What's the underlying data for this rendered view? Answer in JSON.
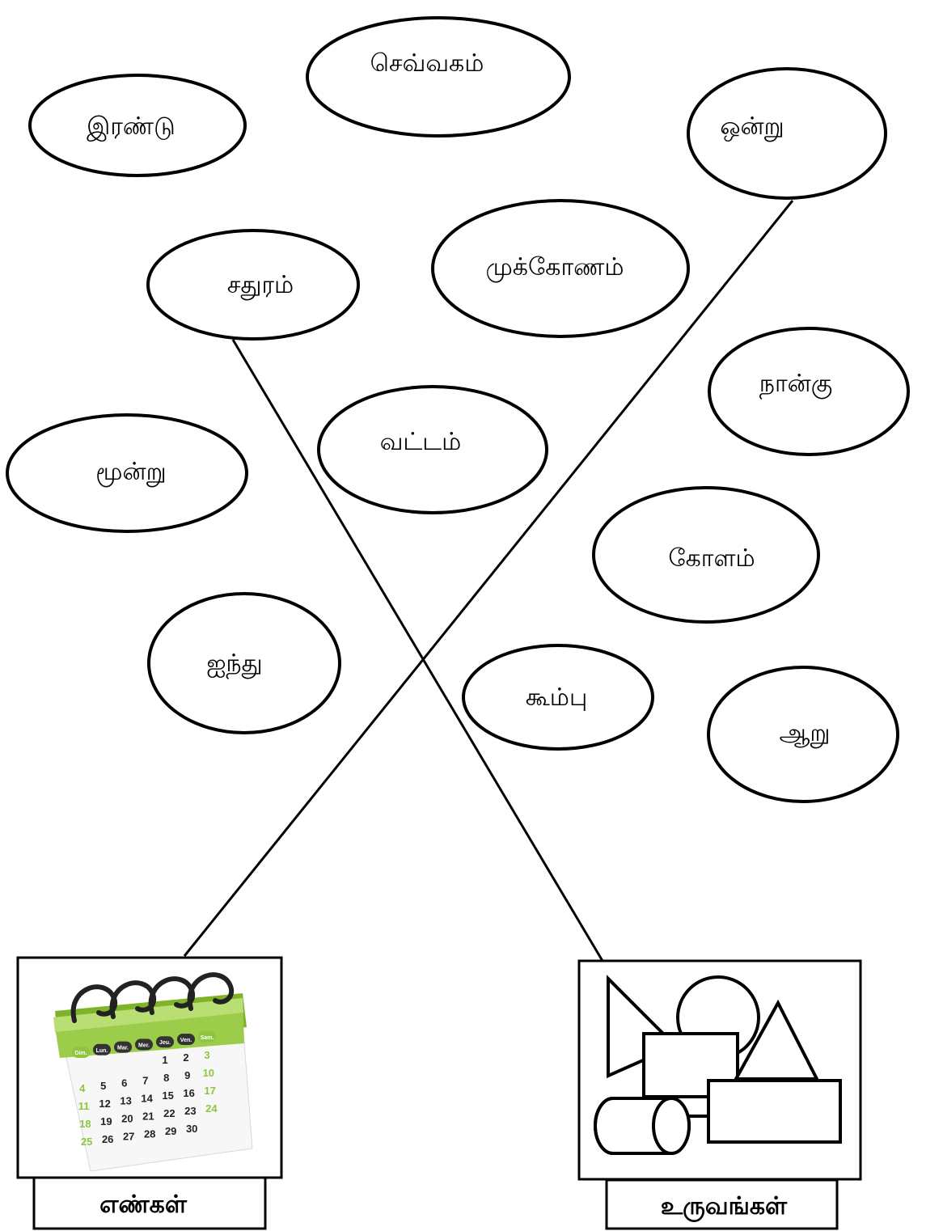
{
  "bubbles": [
    {
      "id": "irandu",
      "label": "இரண்டு"
    },
    {
      "id": "sevvagam",
      "label": "செவ்வகம்"
    },
    {
      "id": "ondru",
      "label": "ஒன்று"
    },
    {
      "id": "sathuram",
      "label": "சதுரம்"
    },
    {
      "id": "mukkonam",
      "label": "முக்கோணம்"
    },
    {
      "id": "naangu",
      "label": "நான்கு"
    },
    {
      "id": "vattam",
      "label": "வட்டம்"
    },
    {
      "id": "moondru",
      "label": "மூன்று"
    },
    {
      "id": "golam",
      "label": "கோளம்"
    },
    {
      "id": "ainthu",
      "label": "ஐந்து"
    },
    {
      "id": "koombu",
      "label": "கூம்பு"
    },
    {
      "id": "aaru",
      "label": "ஆறு"
    }
  ],
  "categories": {
    "numbers": {
      "label": "எண்கள்",
      "icon": "calendar-icon"
    },
    "shapes": {
      "label": "உருவங்கள்",
      "icon": "geometric-shapes-icon"
    }
  },
  "calendar": {
    "accent": "#8cc63f",
    "weekdays": [
      "Dim.",
      "Lun.",
      "Mar.",
      "Mer.",
      "Jeu.",
      "Ven.",
      "Sam."
    ],
    "rows": [
      [
        "",
        "",
        "",
        "",
        "1",
        "2",
        "3"
      ],
      [
        "4",
        "5",
        "6",
        "7",
        "8",
        "9",
        "10"
      ],
      [
        "11",
        "12",
        "13",
        "14",
        "15",
        "16",
        "17"
      ],
      [
        "18",
        "19",
        "20",
        "21",
        "22",
        "23",
        "24"
      ],
      [
        "25",
        "26",
        "27",
        "28",
        "29",
        "30",
        ""
      ]
    ]
  }
}
